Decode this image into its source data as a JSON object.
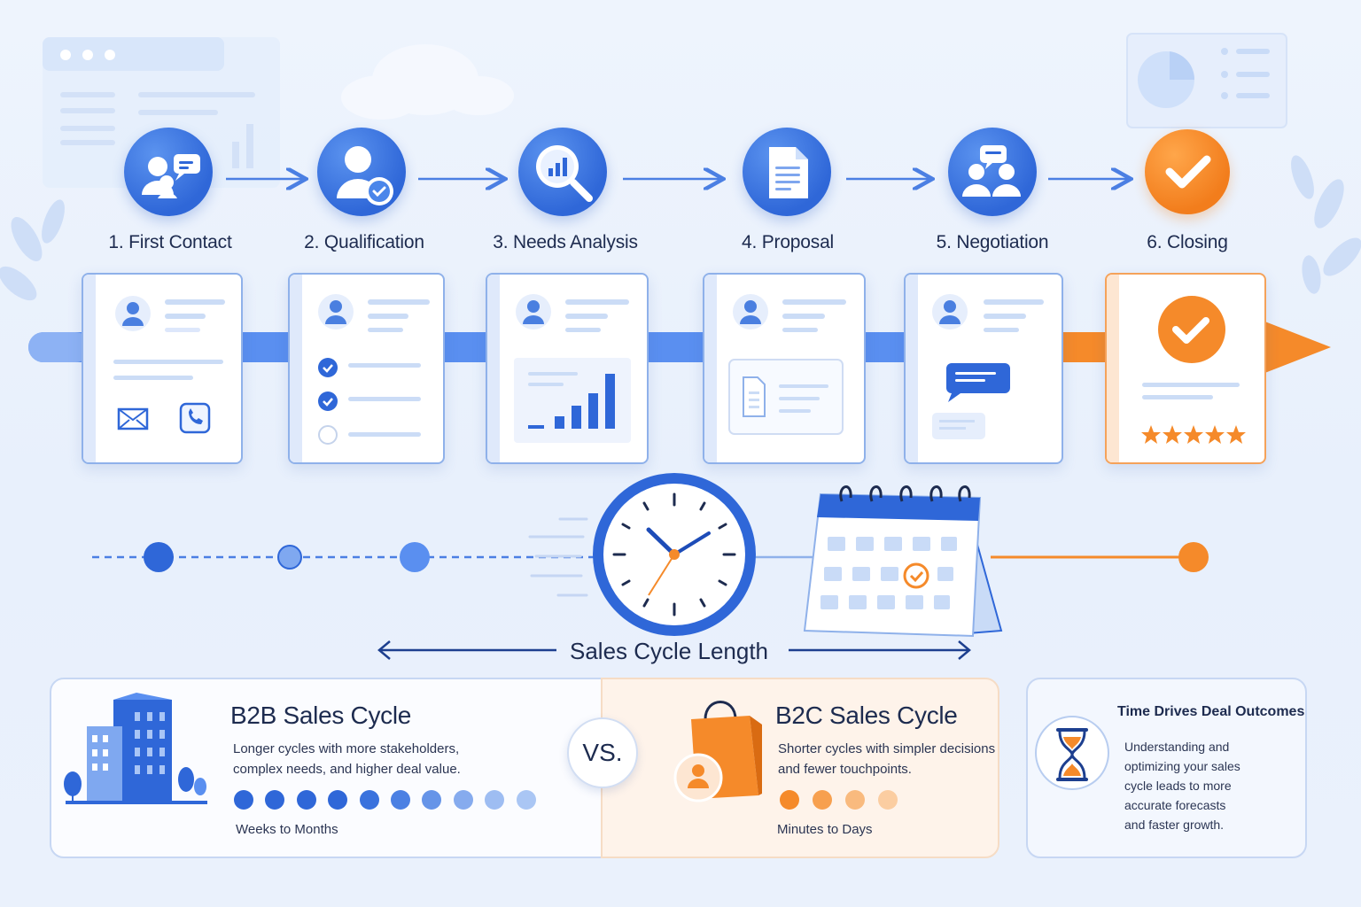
{
  "stages": [
    {
      "label": "1. First Contact",
      "icon": "people-chat-icon"
    },
    {
      "label": "2. Qualification",
      "icon": "user-check-icon"
    },
    {
      "label": "3. Needs Analysis",
      "icon": "magnifier-chart-icon"
    },
    {
      "label": "4. Proposal",
      "icon": "document-icon"
    },
    {
      "label": "5. Negotiation",
      "icon": "people-discussion-icon"
    },
    {
      "label": "6. Closing",
      "icon": "checkmark-icon"
    }
  ],
  "timeline": {
    "label": "Sales Cycle Length"
  },
  "b2b": {
    "title": "B2B Sales Cycle",
    "desc_line1": "Longer cycles with more stakeholders,",
    "desc_line2": "complex needs, and higher deal value.",
    "duration": "Weeks to Months",
    "dot_count": 10
  },
  "vs": {
    "label": "VS."
  },
  "b2c": {
    "title": "B2C Sales Cycle",
    "desc_line1": "Shorter cycles with simpler decisions",
    "desc_line2": "and fewer touchpoints.",
    "duration": "Minutes to Days",
    "dot_count": 4
  },
  "insight": {
    "title": "Time Drives Deal Outcomes",
    "line1": "Understanding and",
    "line2": "optimizing your sales",
    "line3": "cycle leads to more",
    "line4": "accurate forecasts",
    "line5": "and faster growth."
  },
  "colors": {
    "primary_blue": "#2f67d8",
    "accent_orange": "#f27d1c",
    "text_dark": "#1d2b4f"
  }
}
